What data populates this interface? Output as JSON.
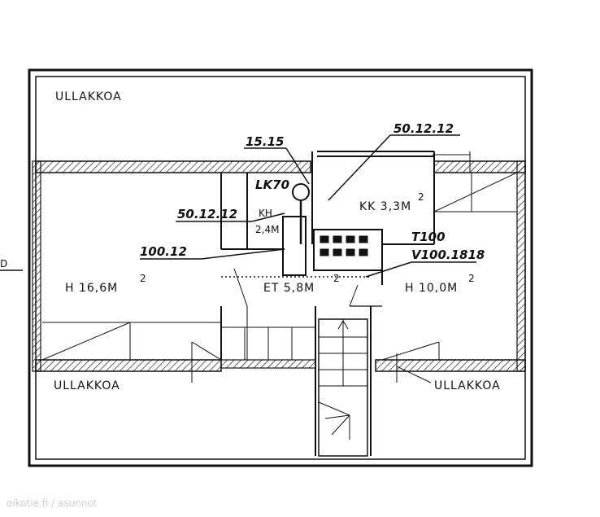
{
  "rooms": {
    "attic_top": "ULLAKKOA",
    "attic_bottom_left": "ULLAKKOA",
    "attic_bottom_right": "ULLAKKOA",
    "room_left": "H 16,6M",
    "room_left_sup": "2",
    "hall": "ET 5,8M",
    "hall_sup": "2",
    "room_right": "H 10,0M",
    "room_right_sup": "2",
    "bath": "KK 3,3M",
    "bath_sup": "2",
    "wc": "KH",
    "wc_area": "2,4M"
  },
  "codes": {
    "c_15_15": "15.15",
    "c_50_12_12_top": "50.12.12",
    "c_lk70": "LK70",
    "c_50_12_12_left": "50.12.12",
    "c_100_12": "100.12",
    "c_t100": "T100",
    "c_v100": "V100.1818"
  },
  "left_edge_mark": "D",
  "watermark": "oikotie.fi / asunnot"
}
